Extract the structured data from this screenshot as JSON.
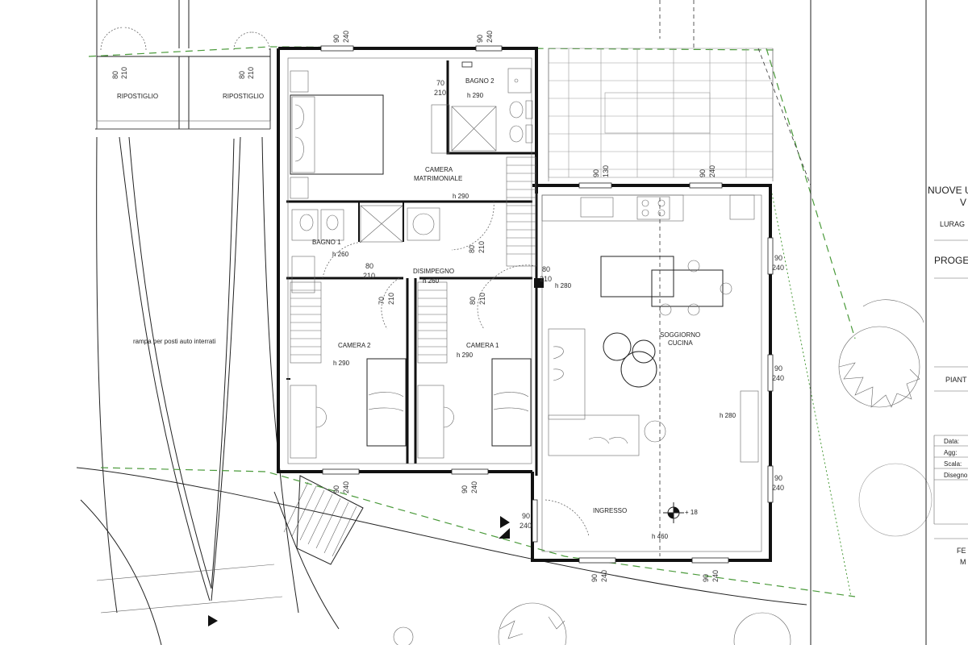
{
  "rooms": {
    "ripostiglio_1": "RIPOSTIGLIO",
    "ripostiglio_2": "RIPOSTIGLIO",
    "bagno_2": "BAGNO 2",
    "camera_matrimoniale_1": "CAMERA",
    "camera_matrimoniale_2": "MATRIMONIALE",
    "bagno_1": "BAGNO 1",
    "disimpegno": "DISIMPEGNO",
    "camera_2": "CAMERA  2",
    "camera_1": "CAMERA  1",
    "soggiorno_1": "SOGGIORNO",
    "soggiorno_2": "CUCINA",
    "ingresso": "INGRESSO",
    "rampa": "rampa per posti auto interrati"
  },
  "heights": {
    "bagno_2": "h 290",
    "matrimoniale": "h 290",
    "bagno_1": "h 260",
    "disimpegno": "h 260",
    "camera_2": "h 290",
    "camera_1": "h 290",
    "soggiorno_top": "h 280",
    "soggiorno_right": "h 280",
    "ingresso": "h 460"
  },
  "elevation_mark": "+ 18",
  "dims": {
    "d90": "90",
    "d240": "240",
    "d80": "80",
    "d210": "210",
    "d70": "70",
    "d130": "130"
  },
  "title_block": {
    "line1": "NUOVE U",
    "line2": "V",
    "place": "LURAG",
    "progetto": "PROGE",
    "pianta": "PIANT",
    "data": "Data:",
    "agg": "Agg:",
    "scala": "Scala:",
    "disegno": "Disegno",
    "fe": "FE",
    "m": "M"
  }
}
